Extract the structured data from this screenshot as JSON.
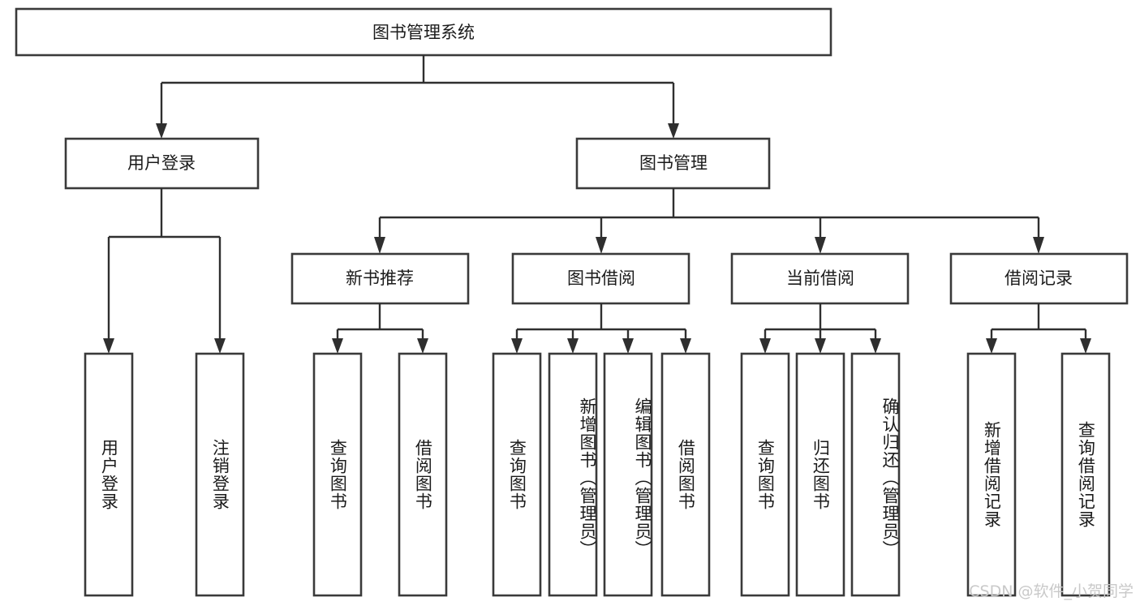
{
  "diagram": {
    "title": "图书管理系统",
    "watermark": "CSDN @软件_小贺同学",
    "colors": {
      "box_stroke": "#3a3a3a",
      "edge": "#2f2f2f",
      "text": "#1b1b1b",
      "background": "#ffffff",
      "watermark": "#c9c9c9"
    },
    "root": {
      "label": "图书管理系统"
    },
    "level2": [
      {
        "label": "用户登录"
      },
      {
        "label": "图书管理"
      }
    ],
    "level3": [
      {
        "label": "新书推荐"
      },
      {
        "label": "图书借阅"
      },
      {
        "label": "当前借阅"
      },
      {
        "label": "借阅记录"
      }
    ],
    "leaves": {
      "user_login": [
        {
          "label": "用户登录"
        },
        {
          "label": "注销登录"
        }
      ],
      "new_book": [
        {
          "label": "查询图书"
        },
        {
          "label": "借阅图书"
        }
      ],
      "book_borrow": [
        {
          "label": "查询图书"
        },
        {
          "label": "新增图书（管理员）"
        },
        {
          "label": "编辑图书（管理员）"
        },
        {
          "label": "借阅图书"
        }
      ],
      "current_borrow": [
        {
          "label": "查询图书"
        },
        {
          "label": "归还图书"
        },
        {
          "label": "确认归还（管理员）"
        }
      ],
      "borrow_record": [
        {
          "label": "新增借阅记录"
        },
        {
          "label": "查询借阅记录"
        }
      ]
    }
  }
}
